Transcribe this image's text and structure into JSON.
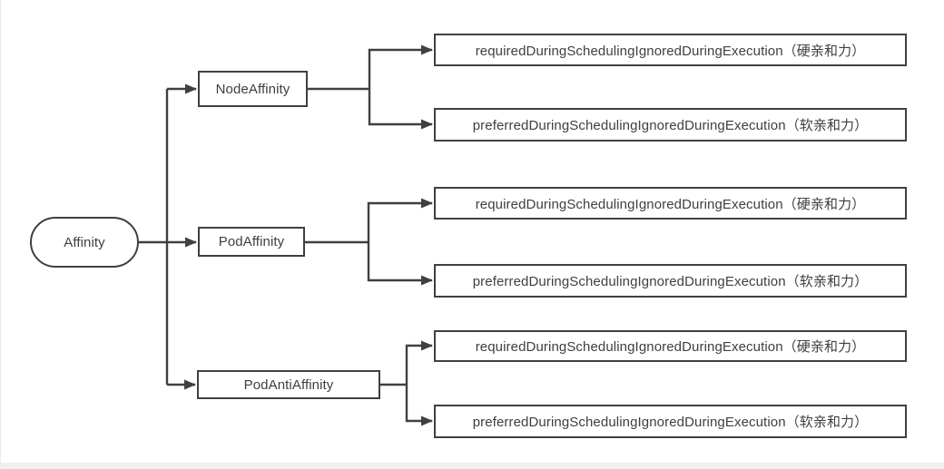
{
  "diagram": {
    "root_label": "Affinity",
    "branches": [
      {
        "label": "NodeAffinity",
        "leaves": [
          "requiredDuringSchedulingIgnoredDuringExecution（硬亲和力）",
          "preferredDuringSchedulingIgnoredDuringExecution（软亲和力）"
        ]
      },
      {
        "label": "PodAffinity",
        "leaves": [
          "requiredDuringSchedulingIgnoredDuringExecution（硬亲和力）",
          "preferredDuringSchedulingIgnoredDuringExecution（软亲和力）"
        ]
      },
      {
        "label": "PodAntiAffinity",
        "leaves": [
          "requiredDuringSchedulingIgnoredDuringExecution（硬亲和力）",
          "preferredDuringSchedulingIgnoredDuringExecution（软亲和力）"
        ]
      }
    ],
    "colors": {
      "line": "#404040",
      "text": "#3f3f3f",
      "node_background": "#ffffff",
      "canvas_background": "#ffffff",
      "footer_strip": "#f0f0f0"
    }
  }
}
